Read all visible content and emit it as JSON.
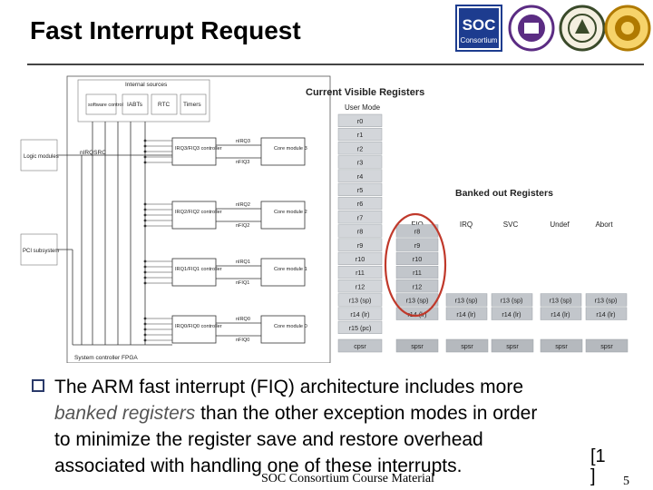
{
  "slide": {
    "title": "Fast Interrupt Request",
    "footer": "SOC Consortium Course Material",
    "page_number": "5",
    "footnote_ref_top": "[1",
    "footnote_ref_bottom": "]"
  },
  "logos": [
    {
      "name": "soc-consortium-logo",
      "text": "SOC",
      "subtext": "Consortium",
      "color": "#1d3c8f"
    },
    {
      "name": "university-seal-1",
      "color": "#5b2c83"
    },
    {
      "name": "university-seal-2",
      "color": "#3a4a2a"
    },
    {
      "name": "university-seal-3",
      "color": "#b07a00"
    }
  ],
  "bullet": {
    "line1": "The ARM fast interrupt (FIQ) architecture includes more",
    "line2_em": "banked registers",
    "line2_rest": " than the other exception modes in order",
    "line3": "to minimize the register save and restore overhead",
    "line4": "associated with handling one of these interrupts."
  },
  "left_diagram": {
    "internal_sources": "Internal sources",
    "sources": [
      "software control",
      "IABTs",
      "RTC",
      "Timers"
    ],
    "logic_modules": "Logic modules",
    "pci_subsystem": "PCI subsystem",
    "nirqsrc": "nIRQSRC",
    "controllers": [
      "IRQ3/FIQ3 controller",
      "IRQ2/FIQ2 controller",
      "IRQ1/FIQ1 controller",
      "IRQ0/FIQ0 controller"
    ],
    "cores": [
      "Core module 3",
      "Core module 2",
      "Core module 1",
      "Core module 0"
    ],
    "signals": [
      [
        "nIRQ3",
        "nFIQ3"
      ],
      [
        "nIRQ2",
        "nFIQ2"
      ],
      [
        "nIRQ1",
        "nFIQ1"
      ],
      [
        "nIRQ0",
        "nFIQ0"
      ]
    ],
    "caption": "System controller FPGA"
  },
  "register_diagram": {
    "title": "Current Visible Registers",
    "user_mode": "User Mode",
    "user_regs": [
      "r0",
      "r1",
      "r2",
      "r3",
      "r4",
      "r5",
      "r6",
      "r7",
      "r8",
      "r9",
      "r10",
      "r11",
      "r12",
      "r13 (sp)",
      "r14 (lr)",
      "r15 (pc)"
    ],
    "cpsr": "cpsr",
    "banked_title": "Banked out Registers",
    "modes": [
      "FIQ",
      "IRQ",
      "SVC",
      "Undef",
      "Abort"
    ],
    "fiq_regs": [
      "r8",
      "r9",
      "r10",
      "r11",
      "r12",
      "r13 (sp)",
      "r14 (lr)"
    ],
    "mode_regs": [
      "r13 (sp)",
      "r14 (lr)"
    ],
    "spsr": "spsr",
    "highlight_color": "#c0392b"
  }
}
